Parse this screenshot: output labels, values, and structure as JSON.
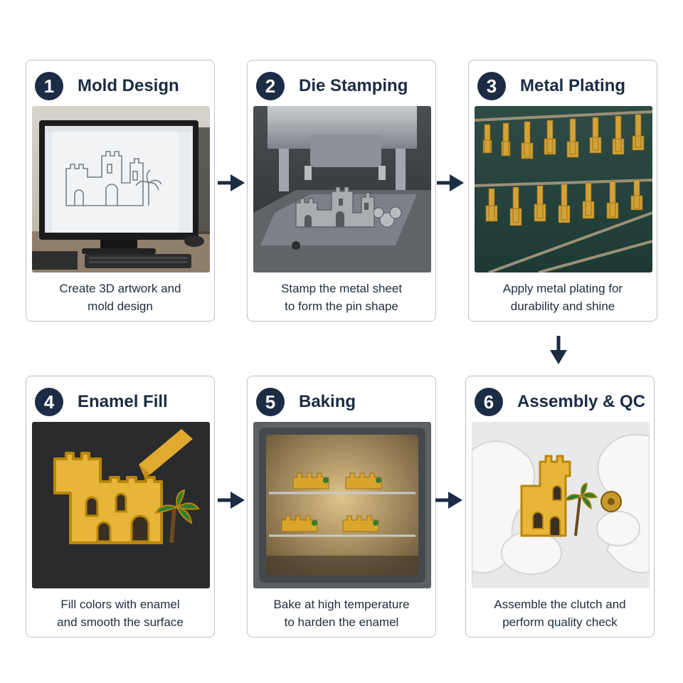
{
  "colors": {
    "badge": "#1b2c44",
    "arrow": "#1b2c44",
    "border": "#b9c1cb",
    "gold": "#d9a52b",
    "enamel_yellow": "#e7b53a",
    "palm_green": "#2e7d32"
  },
  "steps": [
    {
      "number": "1",
      "title": "Mold Design",
      "desc": [
        "Create 3D artwork and",
        "mold design"
      ]
    },
    {
      "number": "2",
      "title": "Die Stamping",
      "desc": [
        "Stamp the metal sheet",
        "to form the pin shape"
      ]
    },
    {
      "number": "3",
      "title": "Metal Plating",
      "desc": [
        "Apply metal plating for",
        "durability and shine"
      ]
    },
    {
      "number": "4",
      "title": "Enamel Fill",
      "desc": [
        "Fill colors with enamel",
        "and smooth the surface"
      ]
    },
    {
      "number": "5",
      "title": "Baking",
      "desc": [
        "Bake at high temperature",
        "to harden the enamel"
      ]
    },
    {
      "number": "6",
      "title": "Assembly & QC",
      "desc": [
        "Assemble the clutch and",
        "perform quality check"
      ]
    }
  ],
  "connectors": [
    {
      "from": "1",
      "to": "2",
      "icon": "arrow-right-icon"
    },
    {
      "from": "2",
      "to": "3",
      "icon": "arrow-right-icon"
    },
    {
      "from": "3",
      "to": "6",
      "icon": "arrow-down-icon"
    },
    {
      "from": "4",
      "to": "5",
      "icon": "arrow-right-icon"
    },
    {
      "from": "5",
      "to": "6",
      "icon": "arrow-right-icon"
    }
  ]
}
